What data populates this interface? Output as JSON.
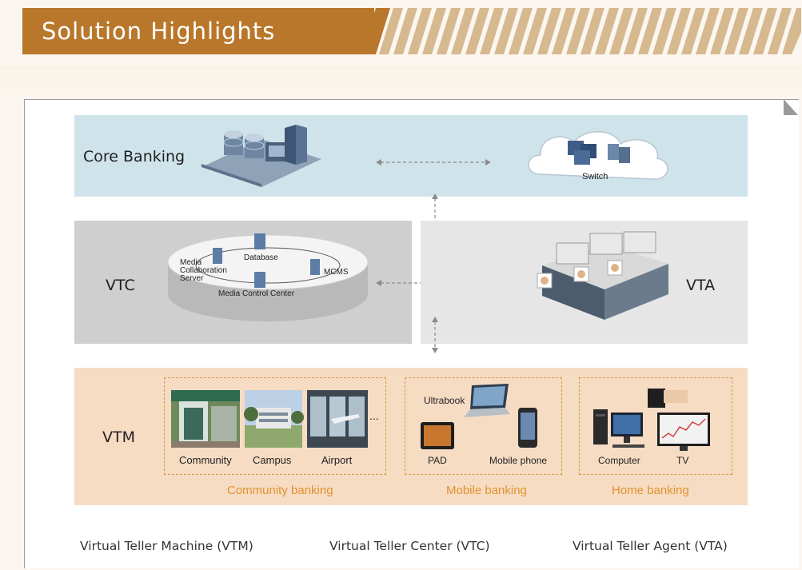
{
  "header": {
    "title": "Solution Highlights"
  },
  "core": {
    "label": "Core Banking",
    "switch_label": "Switch"
  },
  "vtc": {
    "label": "VTC",
    "database": "Database",
    "media_collab_line1": "Media",
    "media_collab_line2": "Collaboration",
    "media_collab_line3": "Server",
    "mcms": "MCMS",
    "media_control": "Media Control Center"
  },
  "vta": {
    "label": "VTA"
  },
  "vtm": {
    "label": "VTM",
    "ellipsis": "...",
    "groups": [
      {
        "title": "Community banking",
        "devices": [
          "Community",
          "Campus",
          "Airport"
        ]
      },
      {
        "title": "Mobile banking",
        "devices": [
          "Ultrabook",
          "PAD",
          "Mobile phone"
        ]
      },
      {
        "title": "Home banking",
        "devices": [
          "Computer",
          "TV"
        ]
      }
    ]
  },
  "footer": [
    "Virtual Teller Machine (VTM)",
    "Virtual Teller Center (VTC)",
    "Virtual Teller Agent (VTA)"
  ],
  "colors": {
    "accent": "#b8772a",
    "core_bg": "#cfe4ea",
    "vtm_bg": "#f7dcc4",
    "group_text": "#e0922e"
  }
}
